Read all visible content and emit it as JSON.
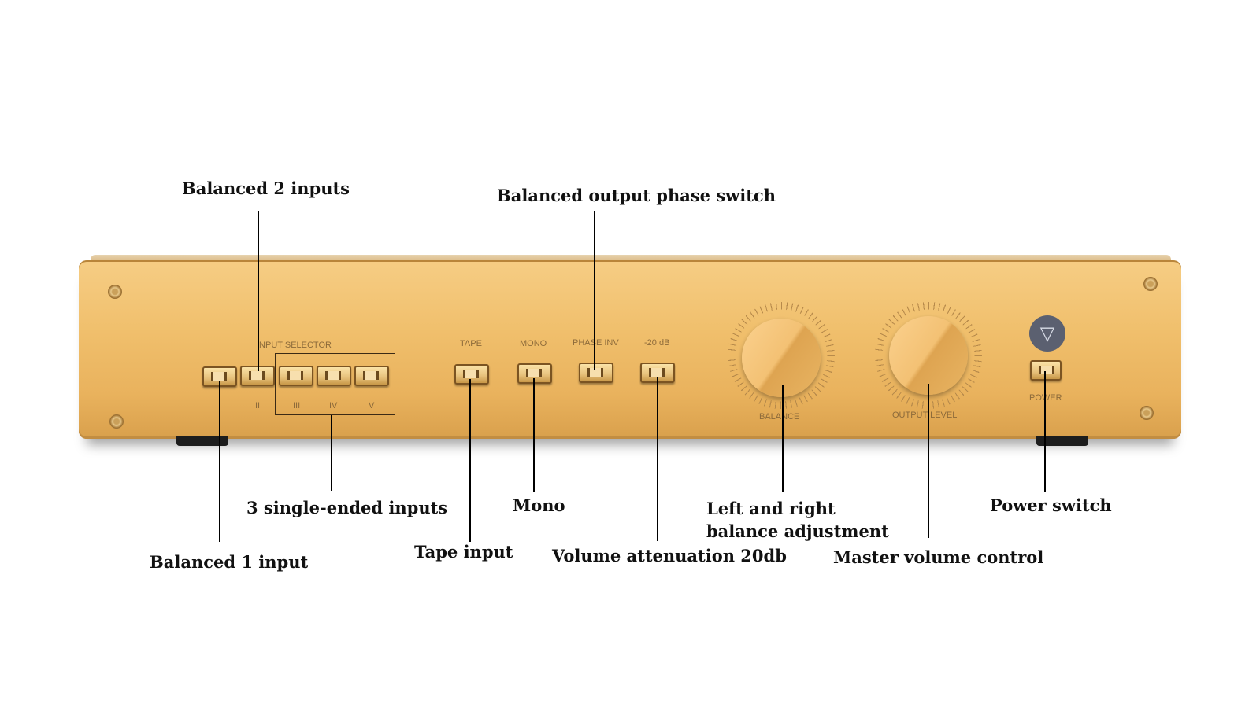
{
  "annotations": {
    "balanced_2_inputs": "Balanced 2 inputs",
    "balanced_output_phase_switch": "Balanced output phase switch",
    "single_ended_inputs": "3 single-ended inputs",
    "balanced_1_input": "Balanced 1 input",
    "tape_input": "Tape input",
    "mono": "Mono",
    "volume_attenuation": "Volume attenuation 20db",
    "balance_adjustment_line1": "Left and right",
    "balance_adjustment_line2": "balance adjustment",
    "master_volume_control": "Master volume control",
    "power_switch": "Power switch"
  },
  "panel_labels": {
    "input_selector": "INPUT SELECTOR",
    "tape": "TAPE",
    "mono": "MONO",
    "phase_inv": "PHASE INV",
    "minus_20db": "-20 dB",
    "balance": "BALANCE",
    "output_level": "OUTPUT LEVEL",
    "power": "POWER",
    "input_numerals": [
      "II",
      "III",
      "IV",
      "V"
    ]
  },
  "icons": {
    "logo": "triangle-logo-icon",
    "screw": "screw-icon"
  },
  "colors": {
    "panel_gold": "#f0bf6c",
    "annotation_text": "#111111",
    "logo_badge": "#5b6070"
  }
}
